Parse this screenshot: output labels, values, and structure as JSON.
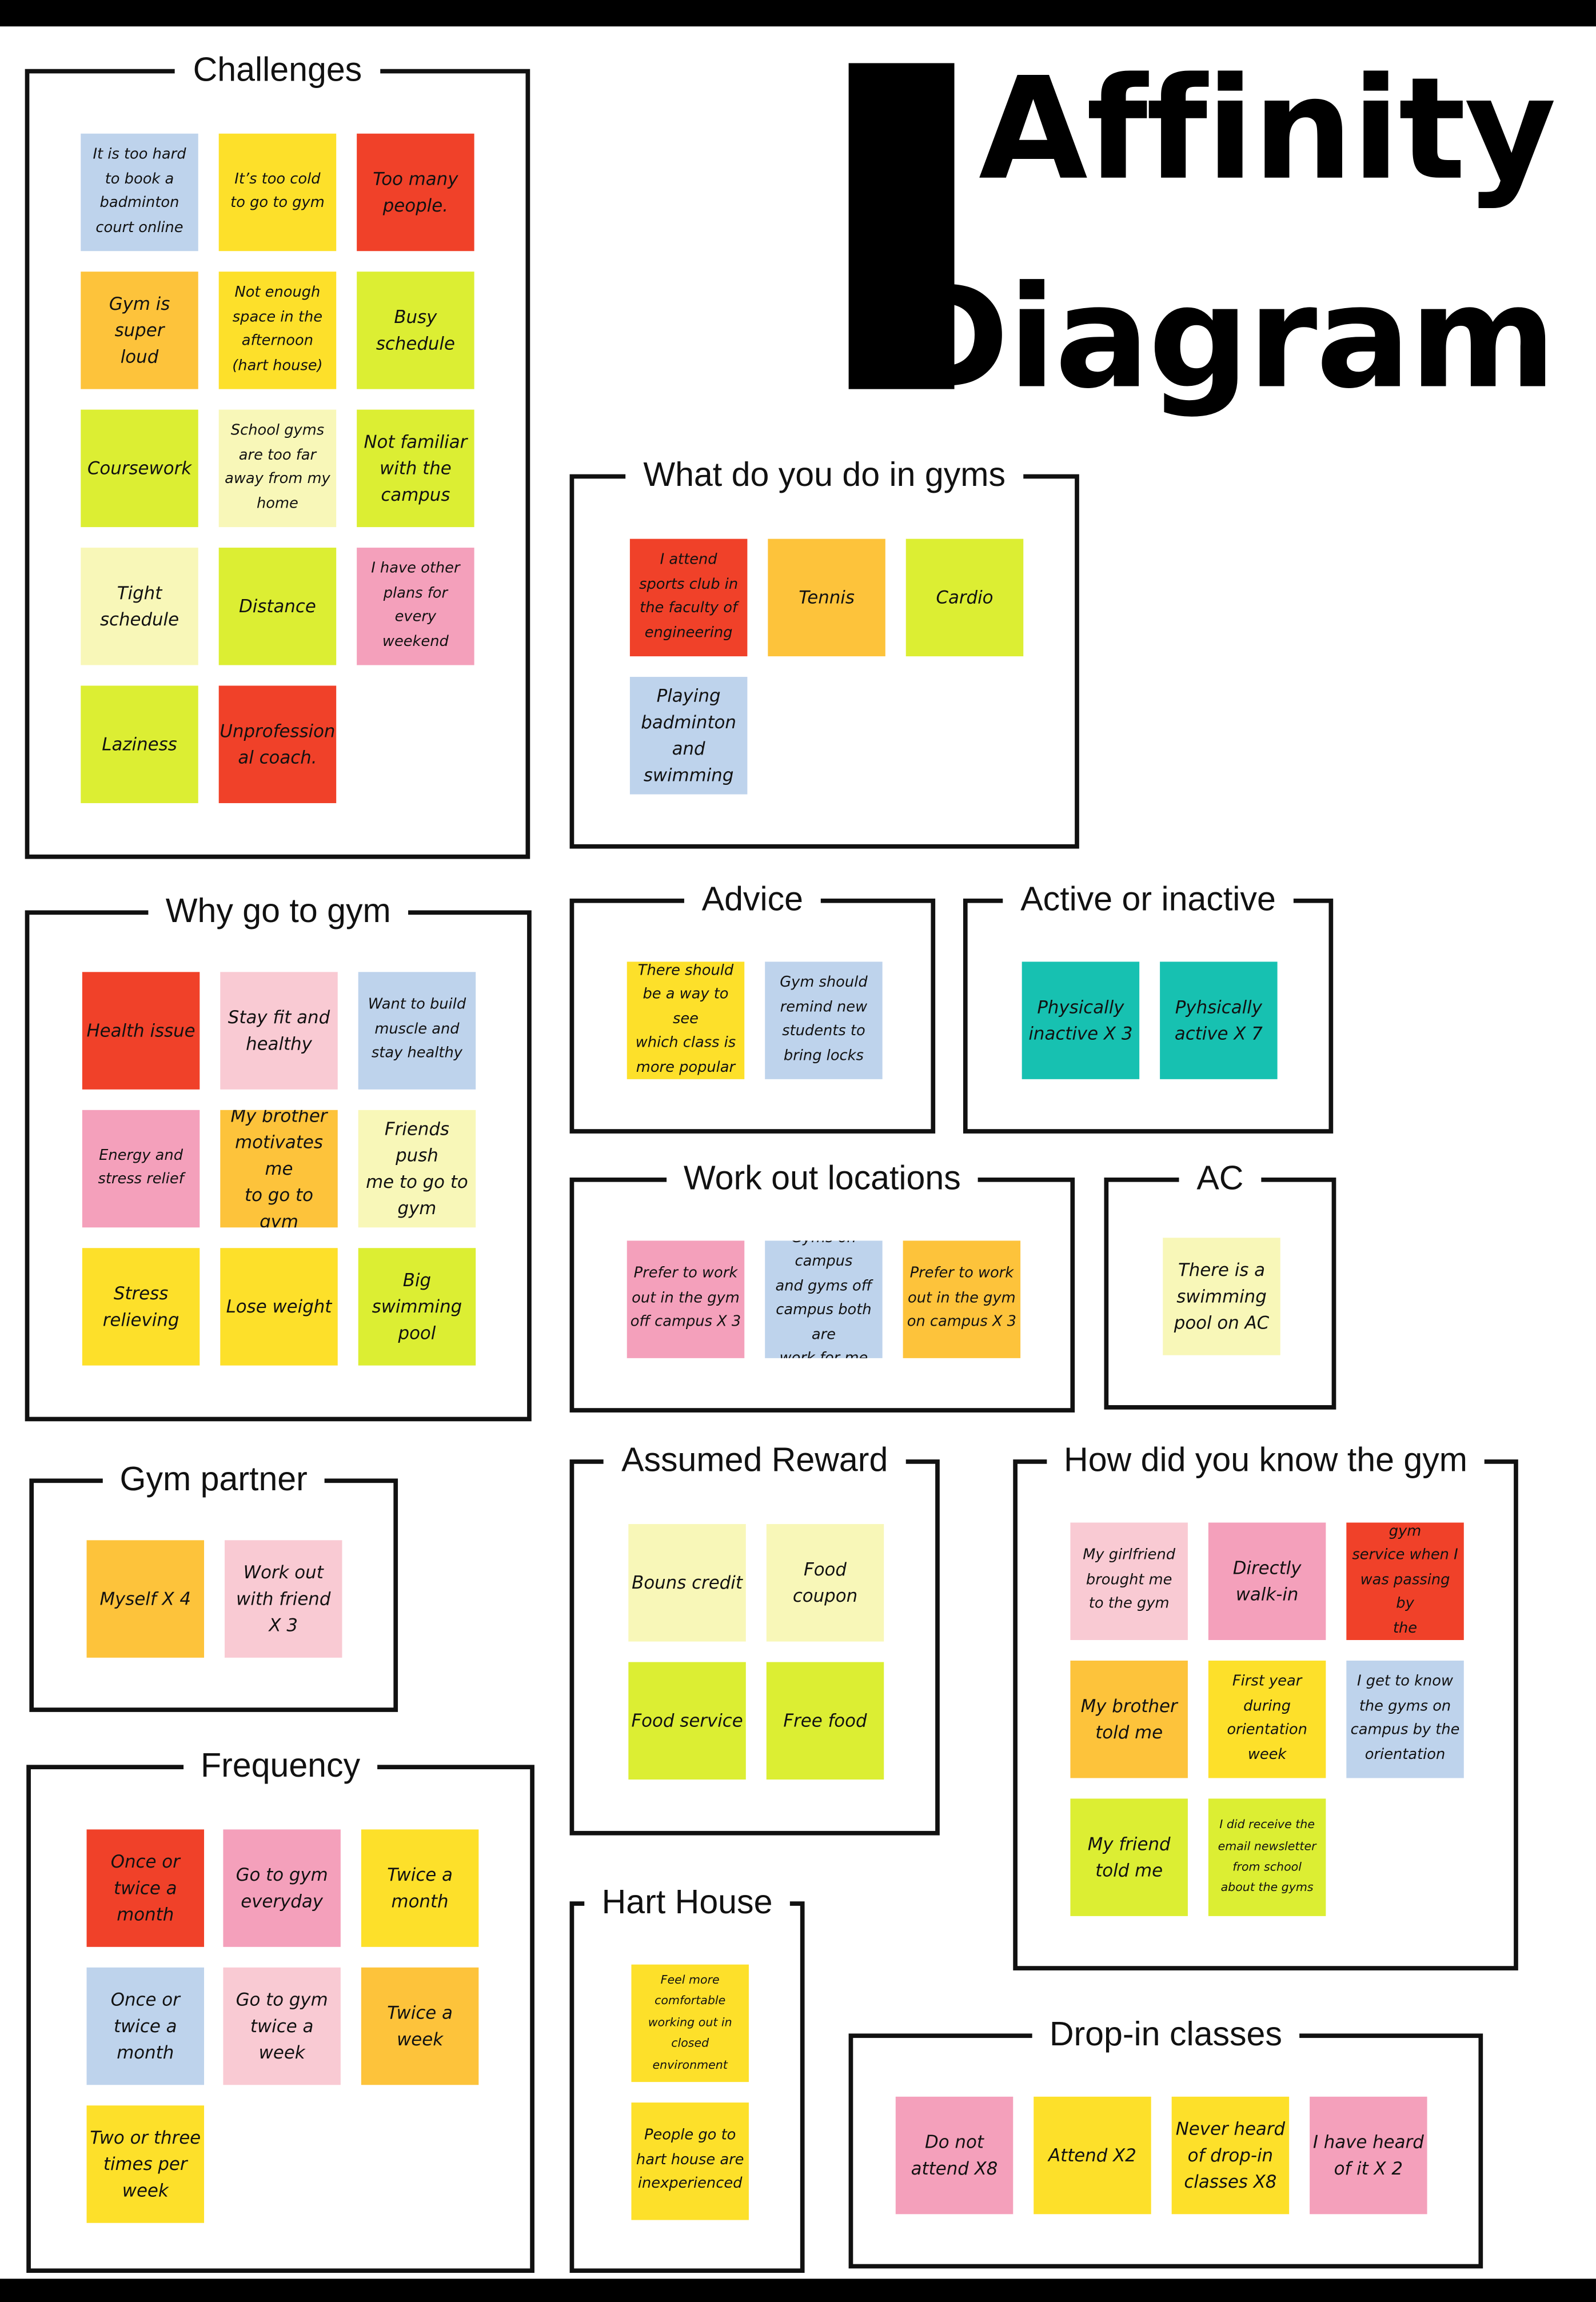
{
  "title": {
    "line1": "Affinity",
    "line2": "Diagram"
  },
  "colors": {
    "red": "#f04129",
    "yellow": "#fde02a",
    "orange": "#fdc33b",
    "lime": "#dcee33",
    "cream": "#f8f7b8",
    "pink": "#f4a0bb",
    "lightpink": "#f9cad3",
    "blue": "#bed3ec",
    "teal": "#17c1b1"
  },
  "groups": [
    {
      "id": "challenges",
      "title": "Challenges",
      "notes": [
        {
          "text": "It is too hard\nto book a\nbadminton\ncourt online",
          "color": "blue"
        },
        {
          "text": "It’s too cold\nto go to gym",
          "color": "yellow"
        },
        {
          "text": "Too many\npeople.",
          "color": "red"
        },
        {
          "text": "Gym is super\nloud",
          "color": "orange"
        },
        {
          "text": "Not enough\nspace in the\nafternoon\n(hart house)",
          "color": "yellow"
        },
        {
          "text": "Busy\nschedule",
          "color": "lime"
        },
        {
          "text": "Coursework",
          "color": "lime"
        },
        {
          "text": "School gyms\nare too far\naway from my\nhome",
          "color": "cream"
        },
        {
          "text": "Not familiar\nwith the\ncampus",
          "color": "lime"
        },
        {
          "text": "Tight\nschedule",
          "color": "cream"
        },
        {
          "text": "Distance",
          "color": "lime"
        },
        {
          "text": "I have other\nplans for\nevery weekend",
          "color": "pink"
        },
        {
          "text": "Laziness",
          "color": "lime"
        },
        {
          "text": "Unprofession\nal coach.",
          "color": "red"
        }
      ]
    },
    {
      "id": "why",
      "title": "Why go to gym",
      "notes": [
        {
          "text": "Health issue",
          "color": "red"
        },
        {
          "text": "Stay fit and\nhealthy",
          "color": "lightpink"
        },
        {
          "text": "Want to build\nmuscle and\nstay healthy",
          "color": "blue"
        },
        {
          "text": "Energy and\nstress relief",
          "color": "pink"
        },
        {
          "text": "My brother\nmotivates me\nto go to gym",
          "color": "orange"
        },
        {
          "text": "Friends push\nme to go to\ngym",
          "color": "cream"
        },
        {
          "text": "Stress\nrelieving",
          "color": "yellow"
        },
        {
          "text": "Lose weight",
          "color": "yellow"
        },
        {
          "text": "Big\nswimming\npool",
          "color": "lime"
        }
      ]
    },
    {
      "id": "partner",
      "title": "Gym partner",
      "notes": [
        {
          "text": "Myself X 4",
          "color": "orange"
        },
        {
          "text": "Work out\nwith friend\nX 3",
          "color": "lightpink"
        }
      ]
    },
    {
      "id": "frequency",
      "title": "Frequency",
      "notes": [
        {
          "text": "Once or\ntwice a\nmonth",
          "color": "red"
        },
        {
          "text": "Go to gym\neveryday",
          "color": "pink"
        },
        {
          "text": "Twice a\nmonth",
          "color": "yellow"
        },
        {
          "text": "Once or\ntwice a\nmonth",
          "color": "blue"
        },
        {
          "text": "Go to gym\ntwice a week",
          "color": "lightpink"
        },
        {
          "text": "Twice a week",
          "color": "orange"
        },
        {
          "text": "Two or three\ntimes per\nweek",
          "color": "yellow"
        }
      ]
    },
    {
      "id": "whatdo",
      "title": "What do you do in gyms",
      "notes": [
        {
          "text": "I attend\nsports club in\nthe faculty of\nengineering",
          "color": "red"
        },
        {
          "text": "Tennis",
          "color": "orange"
        },
        {
          "text": "Cardio",
          "color": "lime"
        },
        {
          "text": "Playing\nbadminton\nand swimming",
          "color": "blue"
        }
      ]
    },
    {
      "id": "advice",
      "title": "Advice",
      "notes": [
        {
          "text": "There should\nbe a way to see\nwhich class is\nmore popular",
          "color": "yellow"
        },
        {
          "text": "Gym should\nremind new\nstudents to\nbring locks",
          "color": "blue"
        }
      ]
    },
    {
      "id": "active",
      "title": "Active or inactive",
      "notes": [
        {
          "text": "Physically\ninactive X 3",
          "color": "teal"
        },
        {
          "text": "Pyhsically\nactive X 7",
          "color": "teal"
        }
      ]
    },
    {
      "id": "locations",
      "title": "Work out locations",
      "notes": [
        {
          "text": "Prefer to work\nout in the gym\noff campus X 3",
          "color": "pink"
        },
        {
          "text": "Gyms on campus\nand gyms off\ncampus both are\nwork for me",
          "color": "blue"
        },
        {
          "text": "Prefer to work\nout in the gym\non campus X 3",
          "color": "orange"
        }
      ]
    },
    {
      "id": "ac",
      "title": "AC",
      "notes": [
        {
          "text": "There is a\nswimming\npool on AC",
          "color": "cream"
        }
      ]
    },
    {
      "id": "reward",
      "title": "Assumed Reward",
      "notes": [
        {
          "text": "Bouns credit",
          "color": "cream"
        },
        {
          "text": "Food coupon",
          "color": "cream"
        },
        {
          "text": "Food service",
          "color": "lime"
        },
        {
          "text": "Free food",
          "color": "lime"
        }
      ]
    },
    {
      "id": "howknow",
      "title": "How did you know the gym",
      "notes": [
        {
          "text": "My girlfriend\nbrought me\nto the gym",
          "color": "lightpink"
        },
        {
          "text": "Directly\nwalk-in",
          "color": "pink"
        },
        {
          "text": "I found the gym\nservice when I\nwas passing by\nthe playground",
          "color": "red"
        },
        {
          "text": "My brother\ntold me",
          "color": "orange"
        },
        {
          "text": "First year\nduring\norientation\nweek",
          "color": "yellow"
        },
        {
          "text": "I get to know\nthe gyms on\ncampus by the\norientation",
          "color": "blue"
        },
        {
          "text": "My friend\ntold me",
          "color": "lime"
        },
        {
          "text": "I did receive the\nemail newsletter\nfrom school\nabout the gyms",
          "color": "lime"
        }
      ]
    },
    {
      "id": "hart",
      "title": "Hart House",
      "notes": [
        {
          "text": "Feel more\ncomfortable\nworking out in\nclosed environment",
          "color": "yellow"
        },
        {
          "text": "People go to\nhart house are\ninexperienced",
          "color": "yellow"
        }
      ]
    },
    {
      "id": "dropin",
      "title": "Drop-in classes",
      "notes": [
        {
          "text": "Do not\nattend X8",
          "color": "pink"
        },
        {
          "text": "Attend X2",
          "color": "yellow"
        },
        {
          "text": "Never heard\nof drop-in\nclasses X8",
          "color": "yellow"
        },
        {
          "text": "I have heard\nof it X 2",
          "color": "pink"
        }
      ]
    }
  ]
}
